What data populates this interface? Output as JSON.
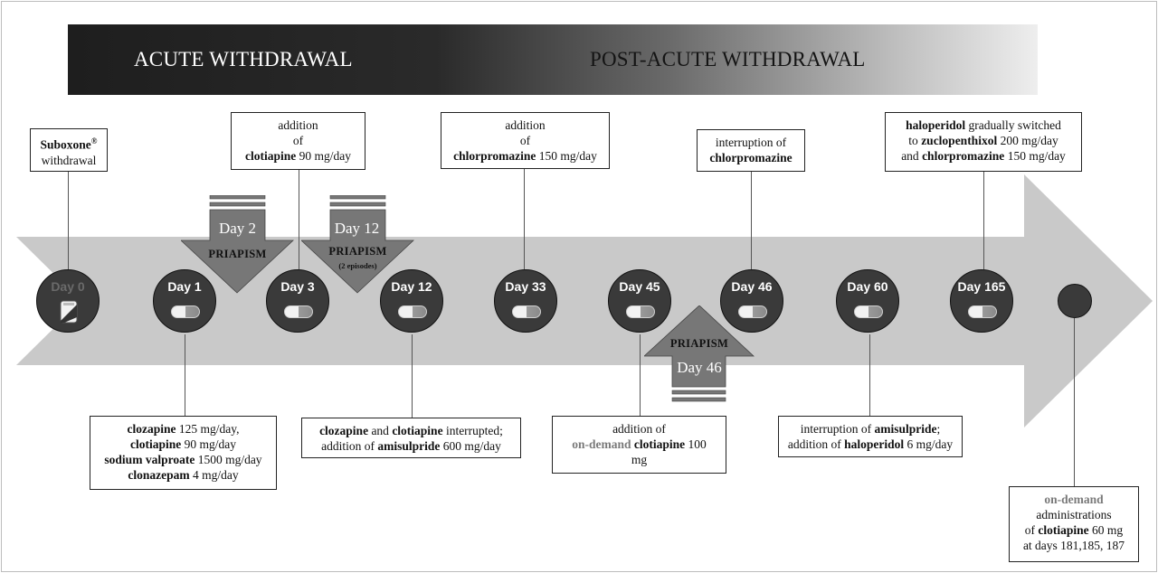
{
  "banner": {
    "acute": "ACUTE WITHDRAWAL",
    "post_acute": "POST-ACUTE WITHDRAWAL"
  },
  "milestones": [
    {
      "day": "Day 0"
    },
    {
      "day": "Day 1"
    },
    {
      "day": "Day 3"
    },
    {
      "day": "Day 12"
    },
    {
      "day": "Day 33"
    },
    {
      "day": "Day 45"
    },
    {
      "day": "Day 46"
    },
    {
      "day": "Day 60"
    },
    {
      "day": "Day 165"
    }
  ],
  "priapism_events": [
    {
      "day": "Day 2",
      "label": "PRIAPISM",
      "note": ""
    },
    {
      "day": "Day 12",
      "label": "PRIAPISM",
      "note": "(2 episodes)"
    },
    {
      "day": "Day 46",
      "label": "PRIAPISM",
      "note": ""
    }
  ],
  "top_notes": {
    "suboxone": {
      "drug": "Suboxone",
      "reg": "®",
      "text": "withdrawal"
    },
    "day3": {
      "line1": "addition",
      "line2": "of",
      "drug": "clotiapine",
      "dose": " 90 mg/day"
    },
    "day33": {
      "line1": "addition",
      "line2": "of",
      "drug": "chlorpromazine",
      "dose": " 150 mg/day"
    },
    "day46": {
      "line1": "interruption of",
      "drug": "chlorpromazine"
    },
    "day165": {
      "drug1": "haloperidol",
      "t1": " gradually switched",
      "t2": "to ",
      "drug2": "zuclopenthixol",
      "t3": " 200 mg/day",
      "t4": "and ",
      "drug3": "chlorpromazine",
      "t5": " 150 mg/day"
    }
  },
  "bottom_notes": {
    "day1": {
      "d1": "clozapine",
      "v1": " 125 mg/day,",
      "d2": "clotiapine",
      "v2": " 90 mg/day",
      "d3": "sodium valproate",
      "v3": " 1500 mg/day",
      "d4": "clonazepam",
      "v4": " 4 mg/day"
    },
    "day12": {
      "d1": "clozapine",
      "t1": " and ",
      "d2": "clotiapine",
      "t2": " interrupted;",
      "t3": "addition of ",
      "d3": "amisulpride",
      "v3": " 600 mg/day"
    },
    "day45": {
      "t1": "addition of",
      "od": "on-demand",
      "d1": "clotiapine",
      "v1": " 100",
      "v2": "mg"
    },
    "day60": {
      "t1": "interruption of ",
      "d1": "amisulpride",
      "p1": ";",
      "t2": "addition of ",
      "d2": "haloperidol",
      "v2": " 6 mg/day"
    },
    "final": {
      "od": "on-demand",
      "t1": "administrations",
      "t2": "of ",
      "d1": "clotiapine",
      "v1": " 60 mg",
      "t3": "at days 181,185, 187"
    }
  }
}
